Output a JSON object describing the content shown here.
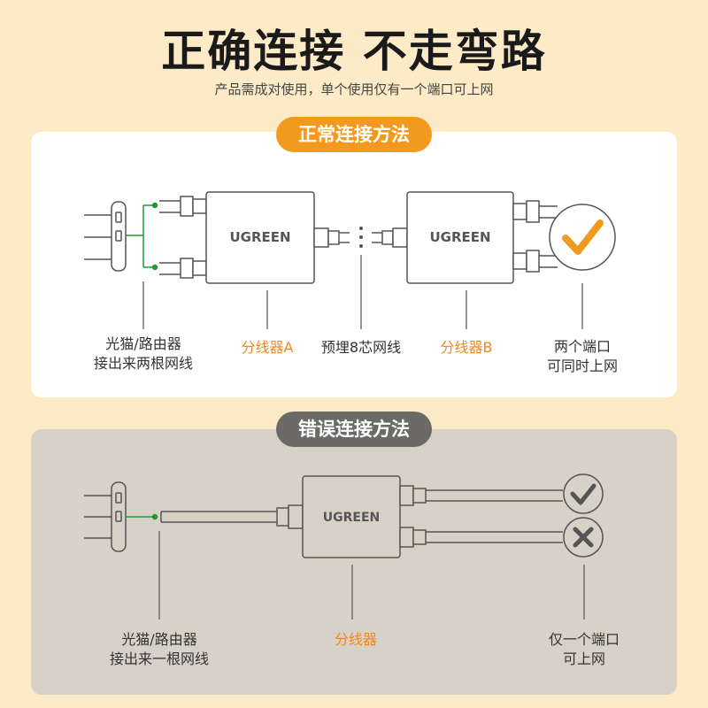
{
  "header": {
    "title": "正确连接 不走弯路",
    "subtitle": "产品需成对使用，单个使用仅有一个端口可上网"
  },
  "correct": {
    "badge": "正常连接方法",
    "brand_a": "UGREEN",
    "brand_b": "UGREEN",
    "labels": {
      "source_line1": "光猫/路由器",
      "source_line2": "接出来两根网线",
      "splitter_a": "分线器A",
      "cable": "预埋8芯网线",
      "splitter_b": "分线器B",
      "result_line1": "两个端口",
      "result_line2": "可同时上网"
    }
  },
  "wrong": {
    "badge": "错误连接方法",
    "brand": "UGREEN",
    "labels": {
      "source_line1": "光猫/路由器",
      "source_line2": "接出来一根网线",
      "splitter": "分线器",
      "result_line1": "仅一个端口",
      "result_line2": "可上网"
    }
  },
  "colors": {
    "accent_orange": "#f39a1e",
    "badge_gray": "#6c6a67",
    "green_wire": "#1f9a3a",
    "line_gray": "#555555"
  },
  "icons": {
    "correct_result": "checkmark-circle-icon",
    "wrong_ok": "check-circle-icon",
    "wrong_fail": "x-circle-icon"
  }
}
